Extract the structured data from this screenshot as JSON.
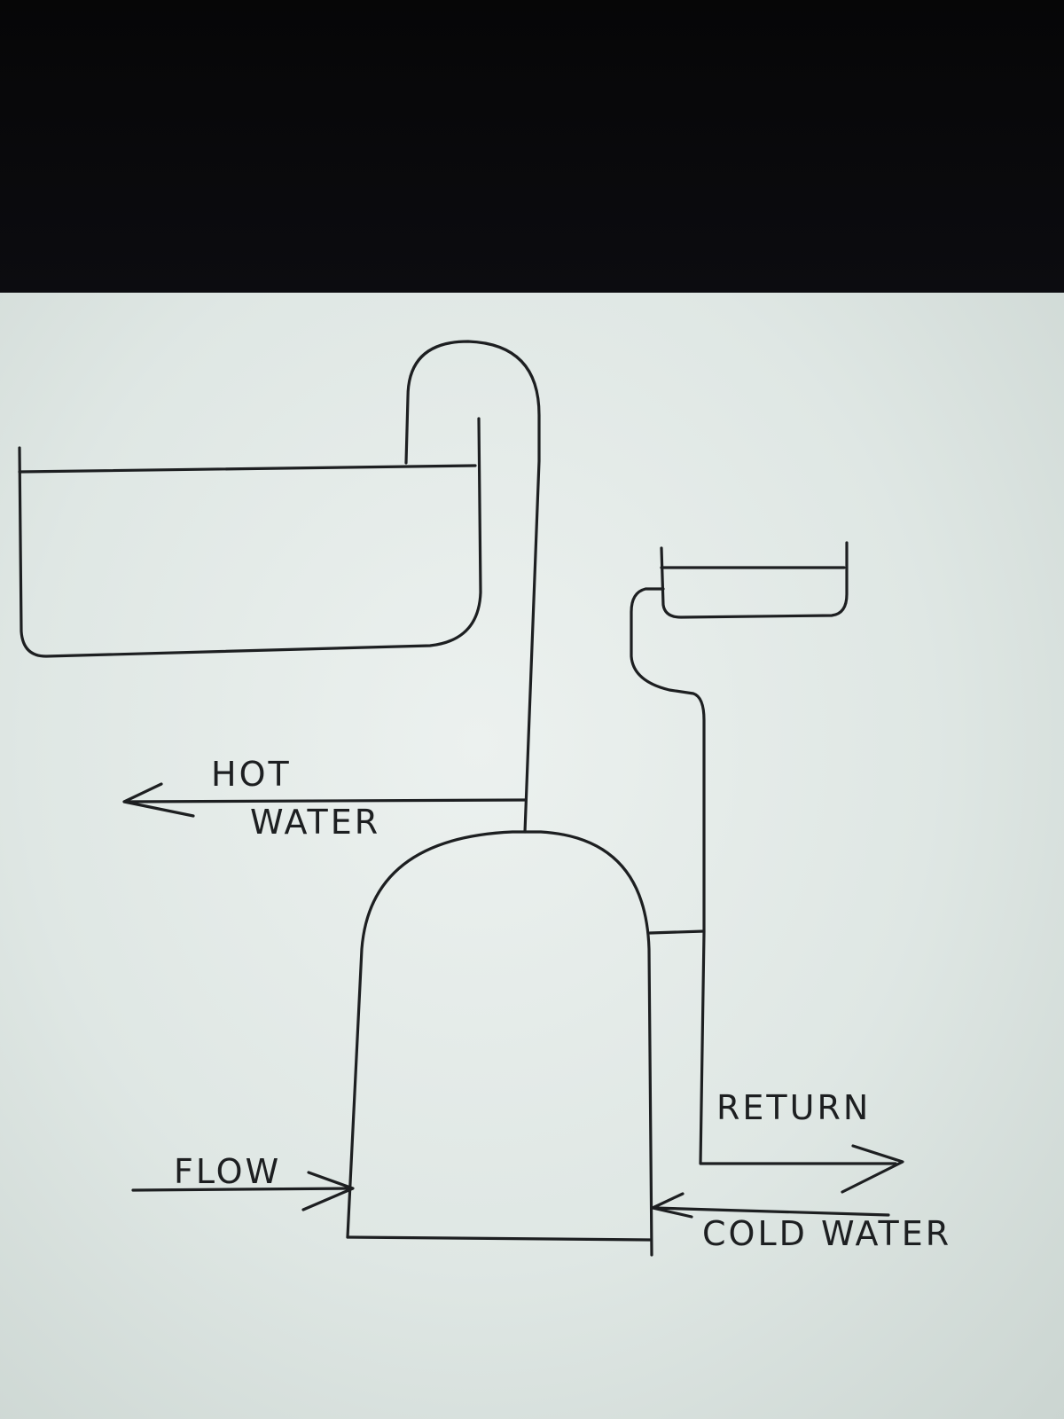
{
  "labels": {
    "hot_water_line1": "HOT",
    "hot_water_line2": "WATER",
    "return": "RETURN",
    "flow": "FLOW",
    "cold_water": "COLD WATER"
  },
  "colors": {
    "paper": "#e4ebe8",
    "ink": "#1d1f21",
    "background": "#0a0a0c"
  }
}
